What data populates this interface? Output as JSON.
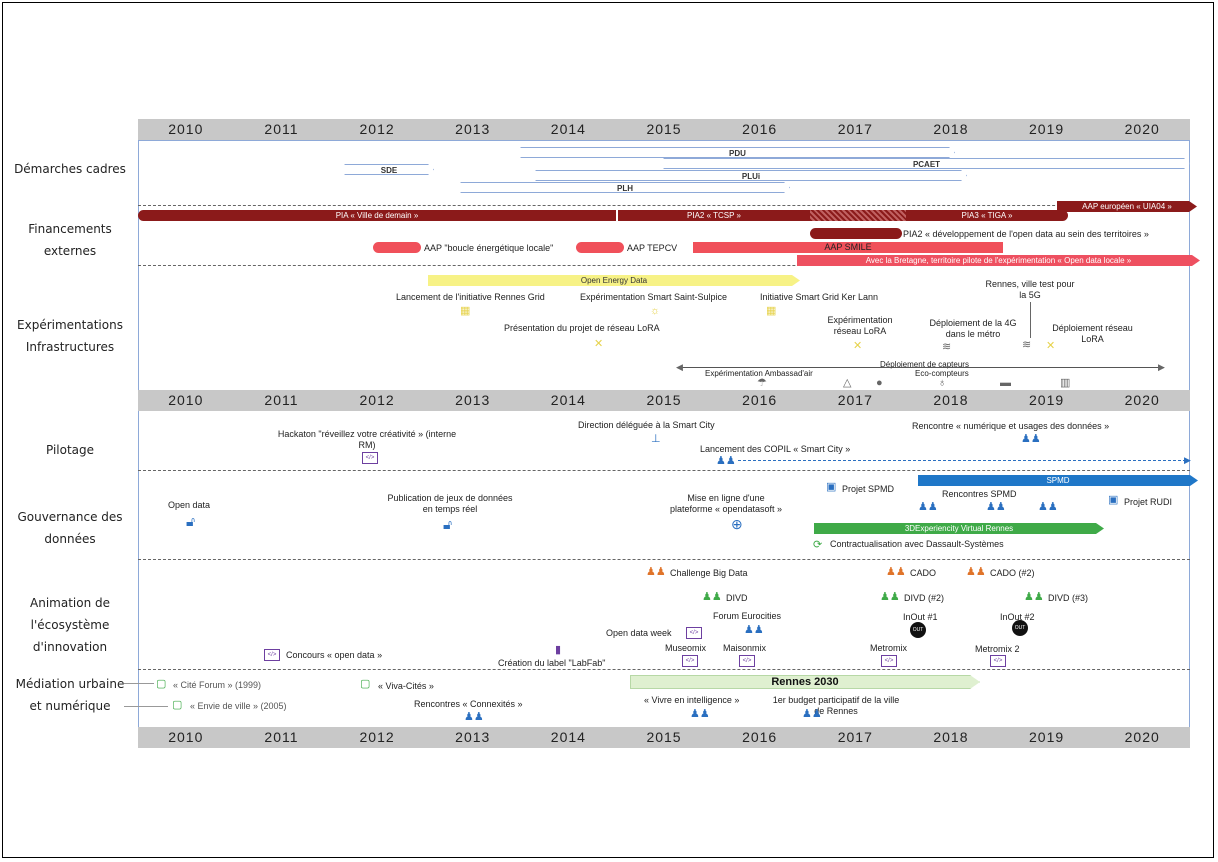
{
  "years": [
    "2010",
    "2011",
    "2012",
    "2013",
    "2014",
    "2015",
    "2016",
    "2017",
    "2018",
    "2019",
    "2020"
  ],
  "categories": {
    "demarches": "Démarches cadres",
    "financements": "Financements externes",
    "experimentations": "Expérimentations Infrastructures",
    "pilotage": "Pilotage",
    "gouvernance": "Gouvernance des données",
    "animation": "Animation de l'écosystème d'innovation",
    "mediation": "Médiation urbaine et numérique"
  },
  "demarches": {
    "sde": "SDE",
    "pdu": "PDU",
    "pcaet": "PCAET",
    "plui": "PLUi",
    "plh": "PLH"
  },
  "financements": {
    "pia": "PIA « Ville de demain »",
    "pia2_tcsp": "PIA2 « TCSP »",
    "pia3": "PIA3 « TIGA »",
    "aap_uia": "AAP européen « UIA04 »",
    "pia2_open": "PIA2 « développement de l'open data au sein des territoires »",
    "aap_boucle": "AAP \"boucle énergétique locale\"",
    "aap_tepcv": "AAP TEPCV",
    "aap_smile": "AAP SMILE",
    "bretagne": "Avec la Bretagne, territoire pilote de l'expérimentation « Open data locale »"
  },
  "experimentations": {
    "open_energy": "Open Energy Data",
    "rennes_grid": "Lancement de l'initiative Rennes Grid",
    "saint_sulpice": "Expérimentation Smart Saint-Sulpice",
    "ker_lann": "Initiative Smart Grid Ker Lann",
    "lora_presentation": "Présentation du projet de réseau LoRA",
    "lora_exp": "Expérimentation réseau LoRA",
    "deploiement_4g": "Déploiement de la 4G dans le métro",
    "rennes_5g": "Rennes, ville test pour la 5G",
    "lora_deploiement": "Déploiement réseau LoRA",
    "capteurs": "Déploiement de capteurs",
    "ambassadair": "Expérimentation Ambassad'air",
    "eco_compteurs": "Eco-compteurs"
  },
  "pilotage": {
    "hackaton": "Hackaton \"réveillez votre créativité » (interne RM)",
    "direction": "Direction déléguée à la Smart City",
    "copil": "Lancement des COPIL « Smart City »",
    "rencontre": "Rencontre « numérique et usages des données »"
  },
  "gouvernance": {
    "open_data": "Open data",
    "publication": "Publication de jeux de données en temps réel",
    "opendatasoft": "Mise en ligne d'une plateforme « opendatasoft »",
    "projet_spmd": "Projet SPMD",
    "spmd": "SPMD",
    "rencontres_spmd": "Rencontres SPMD",
    "projet_rudi": "Projet RUDI",
    "virtual_rennes": "3DExperiencity Virtual Rennes",
    "dassault": "Contractualisation avec Dassault-Systèmes"
  },
  "animation": {
    "challenge": "Challenge Big Data",
    "cado": "CADO",
    "cado2": "CADO (#2)",
    "divd": "DIVD",
    "divd2": "DIVD (#2)",
    "divd3": "DIVD (#3)",
    "eurocities": "Forum Eurocities",
    "inout1": "InOut #1",
    "inout2": "InOut #2",
    "open_data_week": "Open data week",
    "museomix": "Museomix",
    "maisonmix": "Maisonmix",
    "metromix": "Metromix",
    "metromix2": "Metromix 2",
    "concours": "Concours « open data »",
    "labfab": "Création du label \"LabFab\"",
    "inout_logo": "OUT"
  },
  "mediation": {
    "cite_forum": "« Cité Forum » (1999)",
    "envie_ville": "« Envie de ville » (2005)",
    "viva_cites": "« Viva-Cités »",
    "connexites": "Rencontres « Connexités »",
    "rennes2030": "Rennes 2030",
    "vivre": "« Vivre en intelligence »",
    "budget": "1er budget participatif de la ville de Rennes"
  },
  "colors": {
    "dark_red": "#8b1a1a",
    "red": "#f0505a",
    "yellow": "#f7f286",
    "blue": "#1f77c8",
    "green": "#3faa48",
    "light_green": "#dff0d0",
    "year_band": "#c8c8c8"
  },
  "icons": [
    "solar-panel-icon",
    "antenna-icon",
    "wifi-icon",
    "lock-icon",
    "globe-icon",
    "people-icon",
    "handshake-icon",
    "laptop-code-icon",
    "flag-icon",
    "network-icon"
  ]
}
